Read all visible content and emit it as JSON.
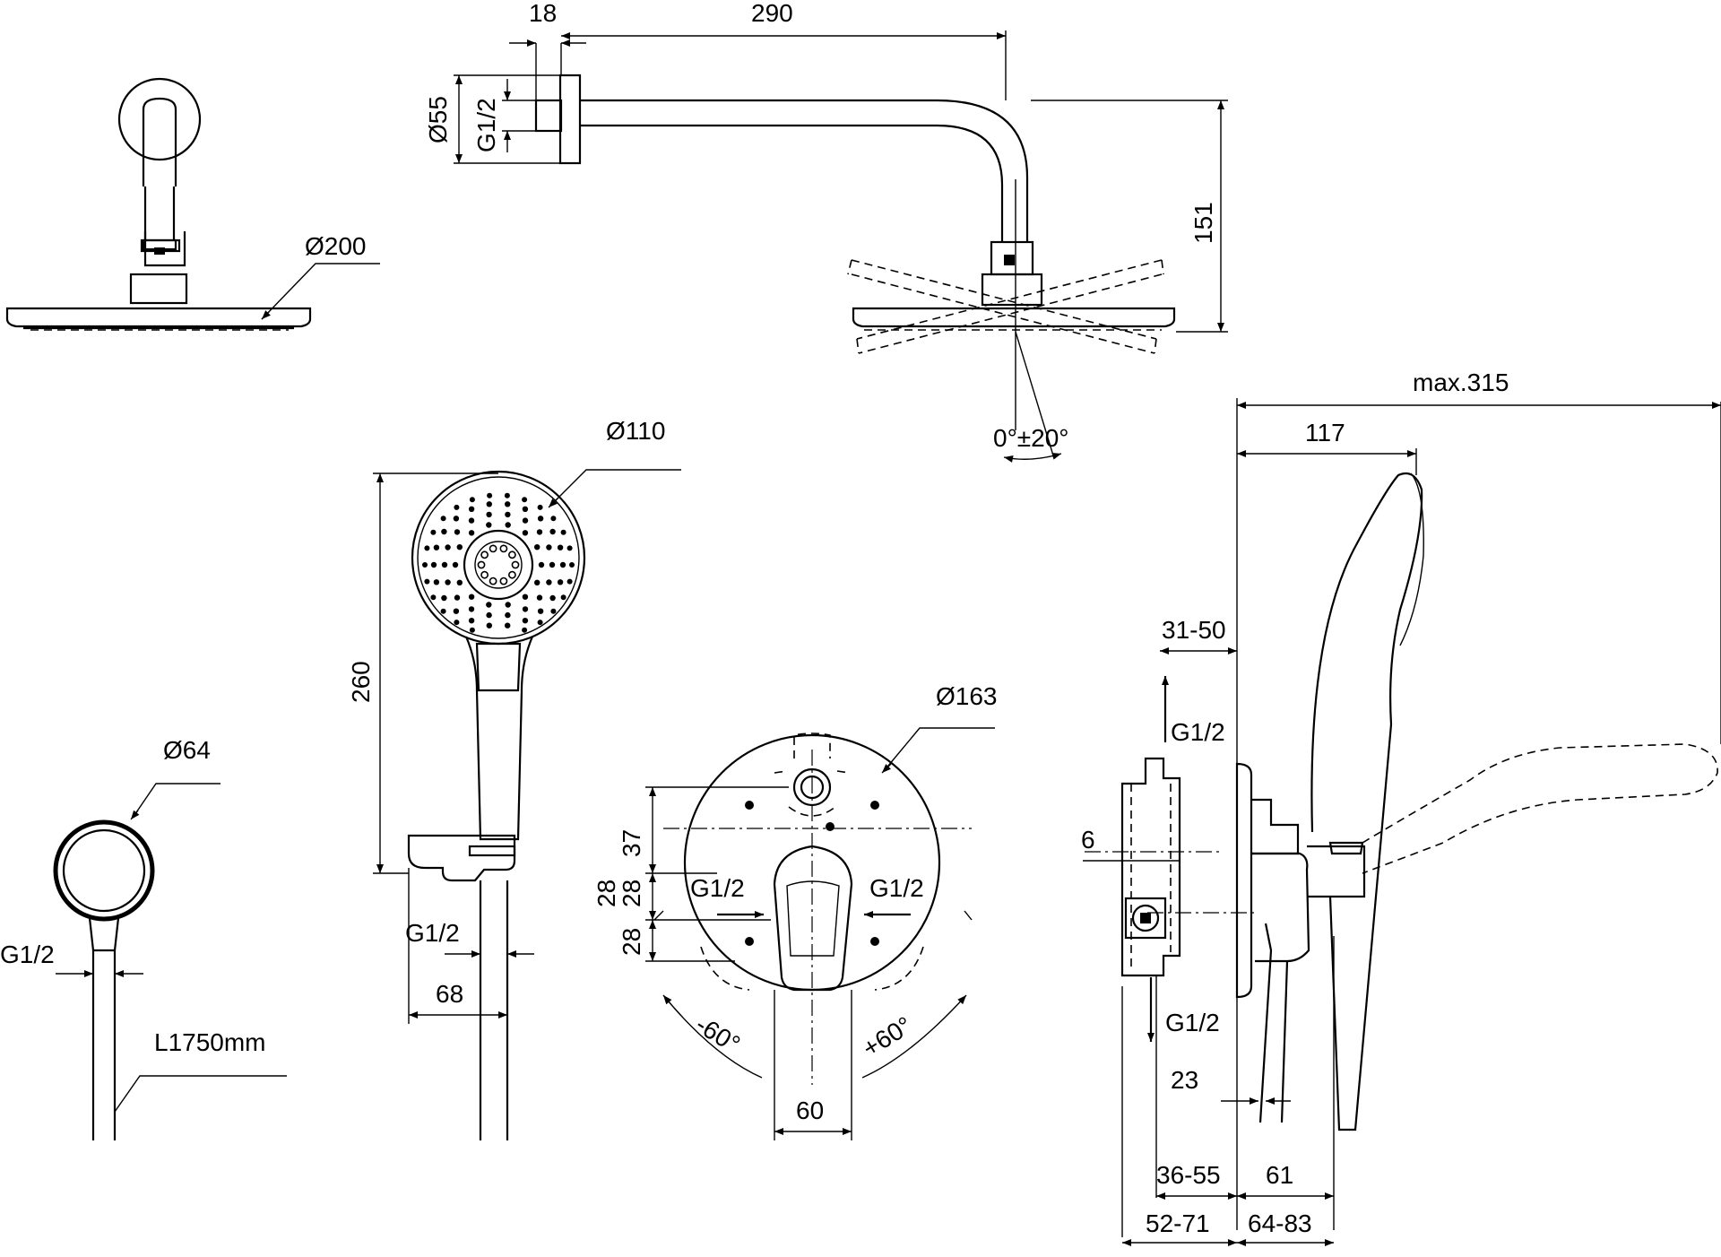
{
  "labels": {
    "overhead_arm_projection": "290",
    "overhead_flange_depth": "18",
    "overhead_flange_diameter": "Ø55",
    "overhead_inlet_thread": "G1/2",
    "overhead_drop": "151",
    "overhead_tilt": "0°±20°",
    "overhead_head_diameter": "Ø200",
    "hand_shower_diameter": "Ø110",
    "hand_shower_length": "260",
    "holder_thread": "G1/2",
    "holder_width": "68",
    "outlet_elbow_diameter": "Ø64",
    "outlet_elbow_thread": "G1/2",
    "hose_length": "L1750mm",
    "mixer_plate_diameter": "Ø163",
    "mixer_spacing_top": "37",
    "mixer_spacing_mid": "28",
    "mixer_spacing_mid2": "28",
    "mixer_spacing_low": "28",
    "mixer_inlet_left": "G1/2",
    "mixer_inlet_right": "G1/2",
    "mixer_rotate_left": "-60°",
    "mixer_rotate_right": "+60°",
    "mixer_lever_width": "60",
    "side_max_reach": "max.315",
    "side_hand_reach": "117",
    "side_plaster_depth": "31-50",
    "side_outlet_up": "G1/2",
    "side_outlet_down": "G1/2",
    "side_offset": "6",
    "side_dim_23": "23",
    "side_body_depth": "36-55",
    "side_lever_depth": "61",
    "side_total_left": "52-71",
    "side_total_right": "64-83"
  }
}
